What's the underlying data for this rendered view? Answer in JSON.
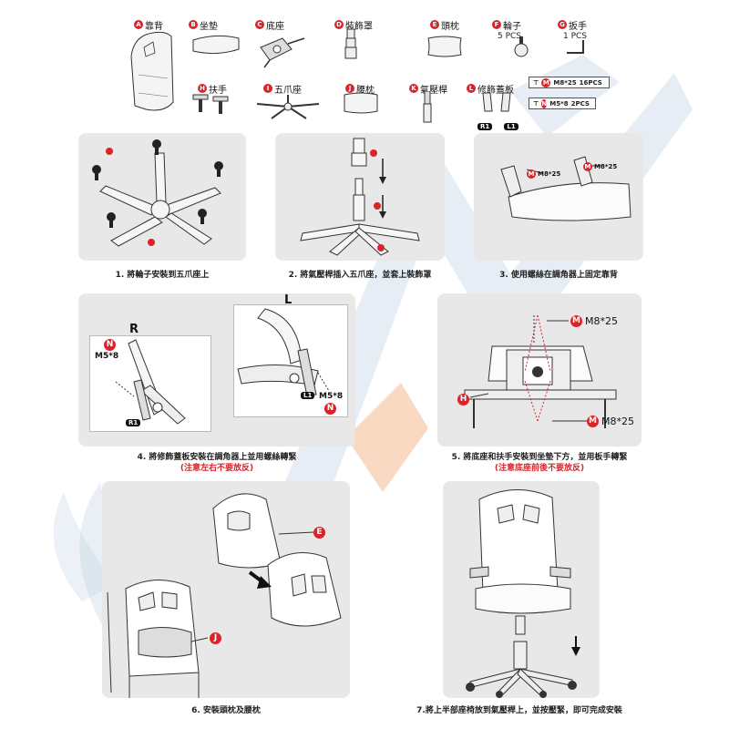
{
  "parts": [
    {
      "letter": "A",
      "name": "靠背",
      "sub": ""
    },
    {
      "letter": "B",
      "name": "坐墊",
      "sub": ""
    },
    {
      "letter": "C",
      "name": "底座",
      "sub": ""
    },
    {
      "letter": "D",
      "name": "裝飾罩",
      "sub": ""
    },
    {
      "letter": "E",
      "name": "頭枕",
      "sub": ""
    },
    {
      "letter": "F",
      "name": "輪子",
      "sub": "5 PCS"
    },
    {
      "letter": "G",
      "name": "扳手",
      "sub": "1 PCS"
    },
    {
      "letter": "H",
      "name": "扶手",
      "sub": ""
    },
    {
      "letter": "I",
      "name": "五爪座",
      "sub": ""
    },
    {
      "letter": "J",
      "name": "腰枕",
      "sub": ""
    },
    {
      "letter": "K",
      "name": "氣壓桿",
      "sub": ""
    },
    {
      "letter": "L",
      "name": "修飾蓋板",
      "sub": ""
    }
  ],
  "cover_plate_sides": [
    "R1",
    "L1"
  ],
  "screws": [
    {
      "letter": "M",
      "spec": "M8*25",
      "qty": "16PCS"
    },
    {
      "letter": "N",
      "spec": "M5*8",
      "qty": "2PCS"
    }
  ],
  "steps": [
    {
      "caption": "1. 將輪子安裝到五爪座上",
      "note": ""
    },
    {
      "caption": "2. 將氣壓桿插入五爪座，並套上裝飾罩",
      "note": ""
    },
    {
      "caption": "3. 使用螺絲在調角器上固定靠背",
      "note": ""
    },
    {
      "caption": "4. 將修飾蓋板安裝在調角器上並用螺絲轉緊",
      "note": "(注意左右不要放反)"
    },
    {
      "caption": "5. 將底座和扶手安裝到坐墊下方，並用板手轉緊",
      "note": "(注意底座前後不要放反)"
    },
    {
      "caption": "6. 安裝頭枕及腰枕",
      "note": ""
    },
    {
      "caption": "7.將上半部座椅放到氣壓桿上，並按壓緊，即可完成安裝",
      "note": ""
    }
  ],
  "step3_labels": {
    "m_left": "M8*25",
    "m_right": "M8*25"
  },
  "step4_labels": {
    "right": "R",
    "left": "L",
    "screw_r": "M5*8",
    "screw_l": "M5*8",
    "r1": "R1",
    "l1": "L1"
  },
  "step5_labels": {
    "top": "M8*25",
    "bottom": "M8*25"
  },
  "colors": {
    "accent": "#d9242a",
    "panel": "#e8e8e8",
    "watermark_blue": "#c7d6e6",
    "watermark_orange": "#f6c9a8"
  }
}
